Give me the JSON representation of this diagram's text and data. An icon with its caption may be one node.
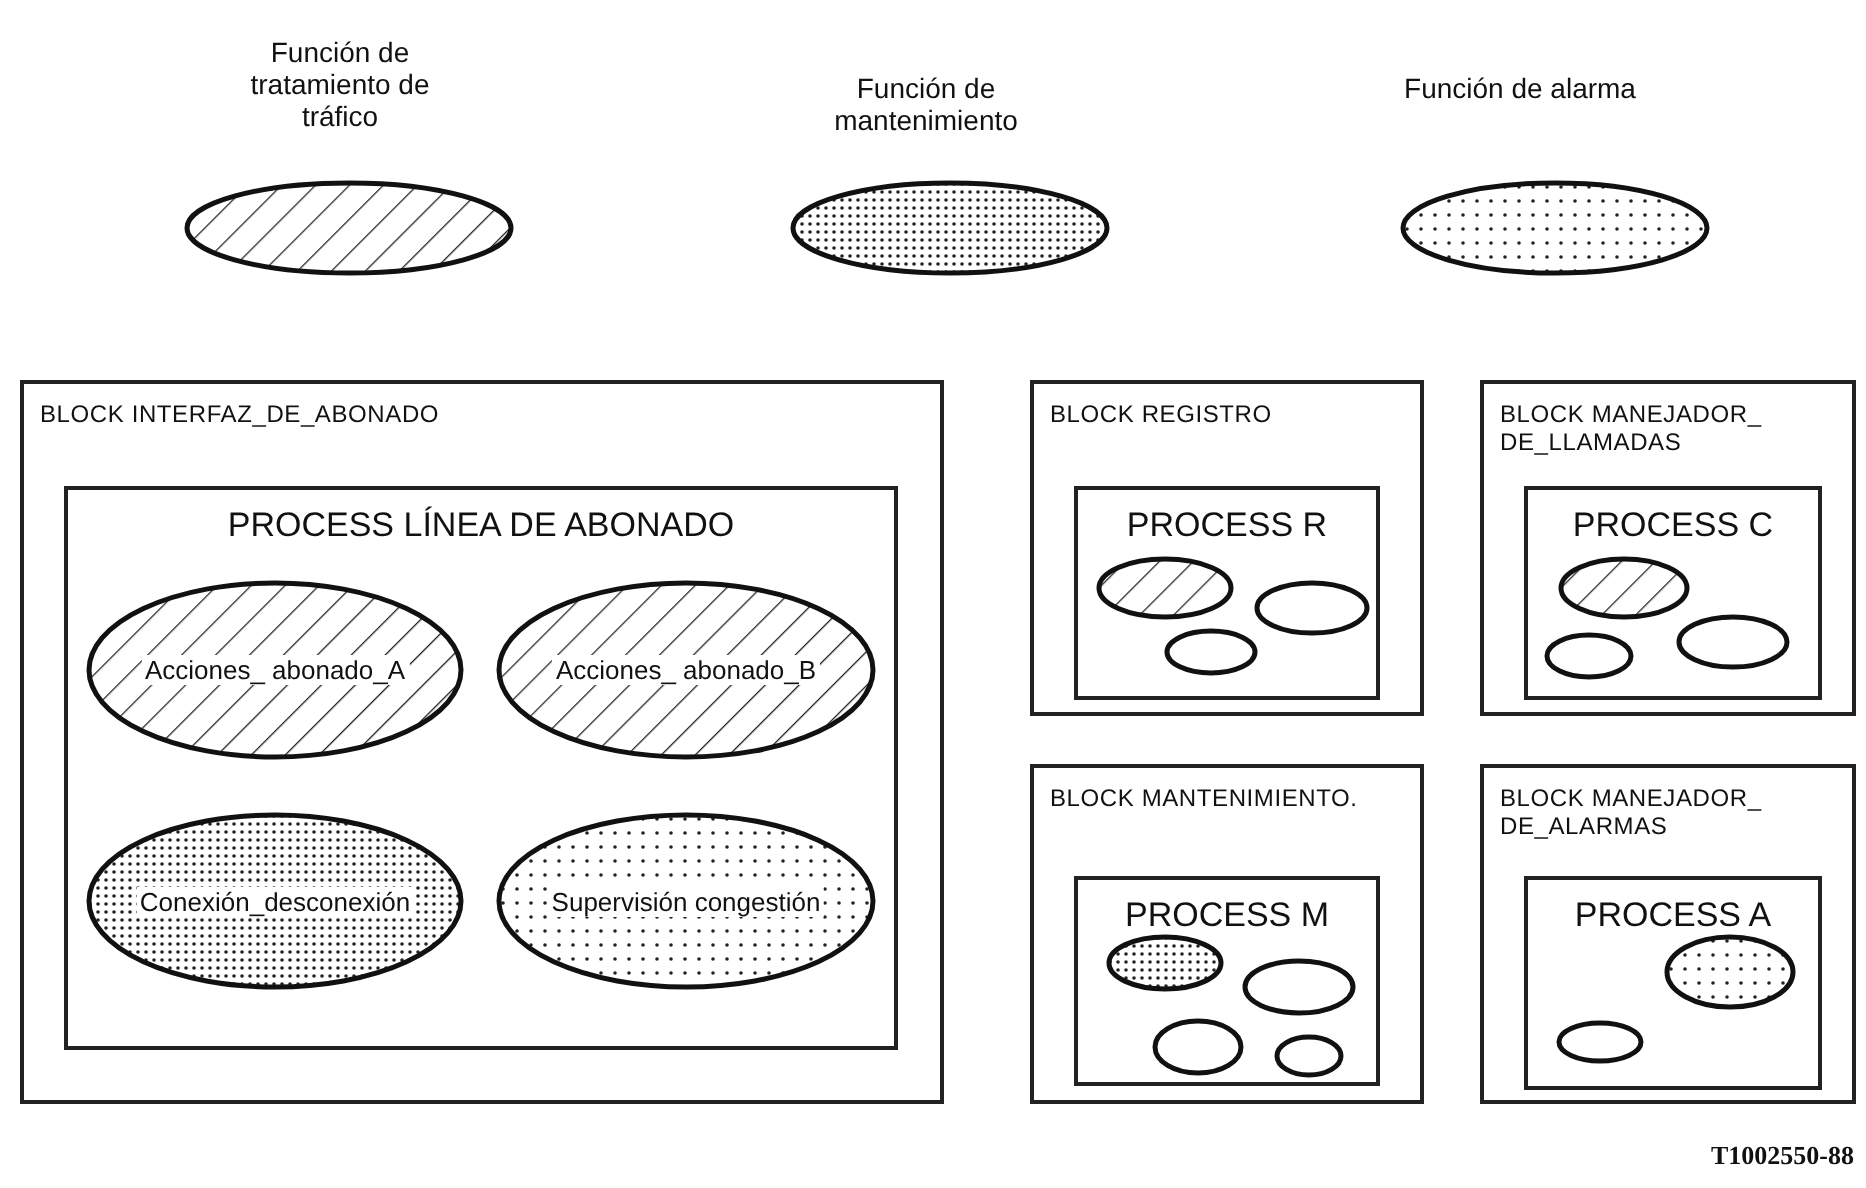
{
  "diagram": {
    "nodes": [
      {
        "text": [
          "BLOCK INTERFAZ_DE_ABONADO"
        ]
      },
      {
        "text": [
          "PROCESS LÍNEA DE ABONADO"
        ],
        "in": 0
      },
      {
        "text": [
          "Acciones_ abonado_A"
        ],
        "in": 1
      },
      {
        "text": [
          "Acciones_ abonado_B"
        ],
        "in": 1
      },
      {
        "text": [
          "Conexión_desconexión"
        ],
        "in": 1
      },
      {
        "text": [
          "Supervisión congestión"
        ],
        "in": 1
      },
      {
        "text": [
          "BLOCK REGISTRO"
        ]
      },
      {
        "text": [
          "PROCESS R"
        ],
        "in": 6
      },
      {
        "text": [],
        "shape": "ellipse",
        "in": 7
      },
      {
        "text": [],
        "shape": "ellipse",
        "in": 7
      },
      {
        "text": [],
        "shape": "ellipse",
        "in": 7
      },
      {
        "text": [
          "BLOCK MANEJADOR_ DE_LLAMADAS"
        ]
      },
      {
        "text": [
          "PROCESS C"
        ],
        "in": 11
      },
      {
        "text": [],
        "shape": "ellipse",
        "in": 12
      },
      {
        "text": [],
        "shape": "ellipse",
        "in": 12
      },
      {
        "text": [],
        "shape": "ellipse",
        "in": 12
      },
      {
        "text": [
          "BLOCK MANTENIMIENTO."
        ]
      },
      {
        "text": [
          "PROCESS M"
        ],
        "in": 16
      },
      {
        "text": [],
        "shape": "ellipse",
        "in": 17
      },
      {
        "text": [],
        "shape": "ellipse",
        "in": 17
      },
      {
        "text": [],
        "shape": "ellipse",
        "in": 17
      },
      {
        "text": [],
        "shape": "ellipse",
        "in": 17
      },
      {
        "text": [
          "BLOCK MANEJADOR_ DE_ALARMAS"
        ]
      },
      {
        "text": [
          "PROCESS A"
        ],
        "in": 22
      },
      {
        "text": [],
        "shape": "ellipse",
        "in": 23
      },
      {
        "text": [],
        "shape": "ellipse",
        "in": 23
      }
    ],
    "edges": [],
    "labels": [
      "T1002550-88"
    ],
    "legend": [
      {
        "text": "Función de tratamiento de tráfico"
      },
      {
        "text": "Función de mantenimiento"
      },
      {
        "text": "Función de alarma"
      }
    ]
  }
}
